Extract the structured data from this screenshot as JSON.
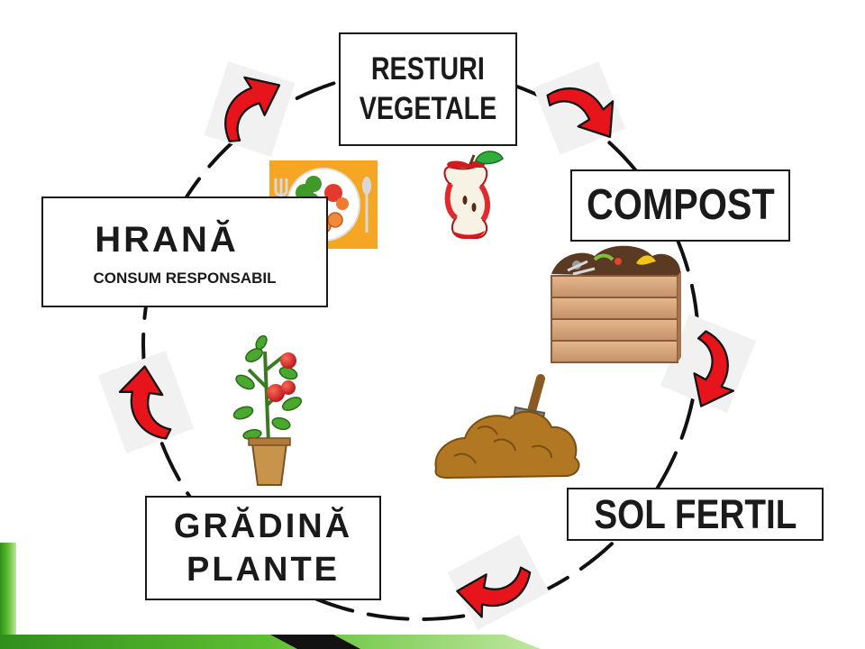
{
  "diagram": {
    "nodes": [
      {
        "id": "resturi",
        "lines": [
          "RESTURI",
          "VEGETALE"
        ]
      },
      {
        "id": "compost",
        "lines": [
          "COMPOST"
        ]
      },
      {
        "id": "sol",
        "lines": [
          "SOL FERTIL"
        ]
      },
      {
        "id": "gradina",
        "lines": [
          "GRĂDINĂ",
          "PLANTE"
        ]
      },
      {
        "id": "hrana",
        "lines": [
          "HRANĂ",
          "CONSUM RESPONSABIL"
        ]
      }
    ],
    "cycle_order": [
      "resturi",
      "compost",
      "sol",
      "gradina",
      "hrana"
    ],
    "pictures": [
      {
        "name": "apple-core-icon",
        "near": "resturi"
      },
      {
        "name": "compost-bin-icon",
        "near": "compost"
      },
      {
        "name": "soil-shovel-icon",
        "near": "sol"
      },
      {
        "name": "tomato-plant-icon",
        "near": "gradina"
      },
      {
        "name": "food-plate-icon",
        "near": "hrana"
      }
    ]
  },
  "colors": {
    "arrow": "#e8141b",
    "arrow_outline": "#141414",
    "ring": "#111111",
    "box_border": "#1a1a1a",
    "corner_green": "#4caf2a",
    "corner_dark": "#121212"
  }
}
